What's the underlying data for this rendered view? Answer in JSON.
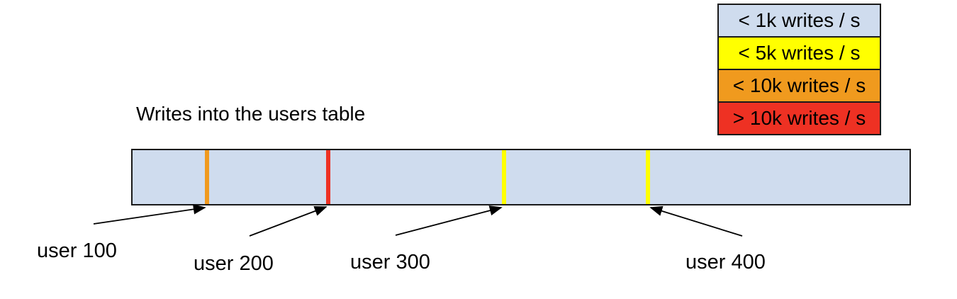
{
  "diagram": {
    "title": "Writes into the users table",
    "bar": {
      "description": "users table keyspace",
      "background_color": "#cfdcee",
      "border_color": "#1a1a1a",
      "background_category": "< 1k writes / s"
    },
    "legend": {
      "items": [
        {
          "label": "< 1k writes / s",
          "color": "#cfdcee"
        },
        {
          "label": "< 5k writes / s",
          "color": "#ffff00"
        },
        {
          "label": "< 10k writes / s",
          "color": "#f09a1e"
        },
        {
          "label": "> 10k writes / s",
          "color": "#ee3123"
        }
      ]
    },
    "markers": [
      {
        "label": "user 100",
        "color": "#f09a1e",
        "category": "< 10k writes / s",
        "position_fraction": 0.095
      },
      {
        "label": "user 200",
        "color": "#ee3123",
        "category": "> 10k writes / s",
        "position_fraction": 0.25
      },
      {
        "label": "user 300",
        "color": "#ffff00",
        "category": "< 5k writes / s",
        "position_fraction": 0.475
      },
      {
        "label": "user 400",
        "color": "#ffff00",
        "category": "< 5k writes / s",
        "position_fraction": 0.66
      }
    ]
  }
}
